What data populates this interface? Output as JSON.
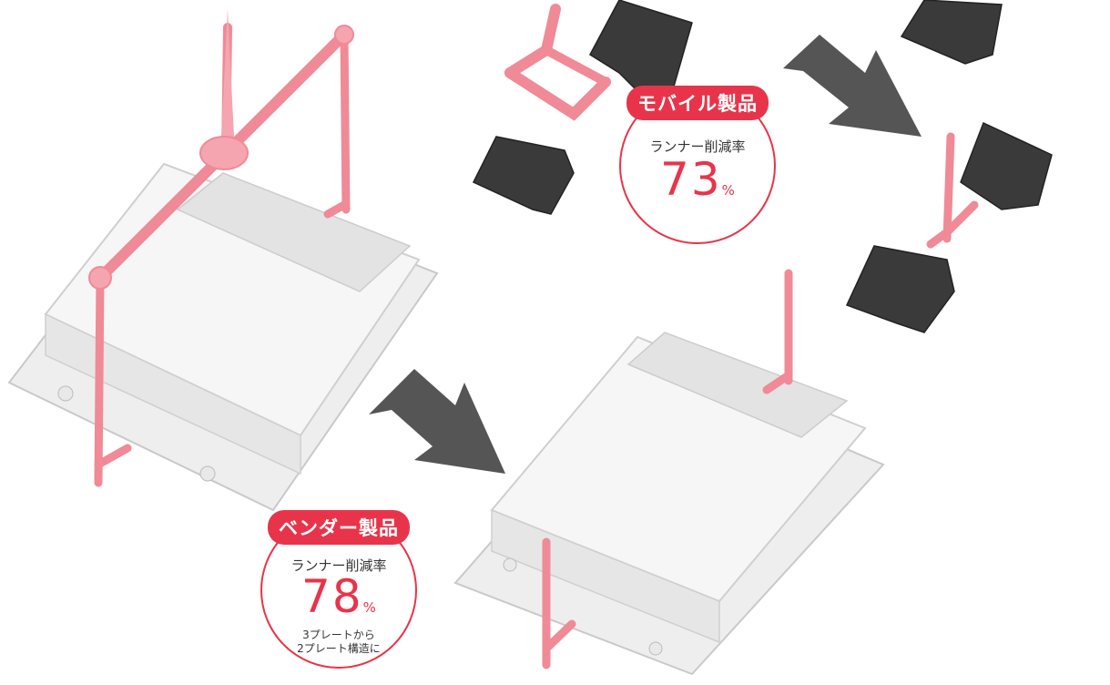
{
  "badges": {
    "mobile": {
      "title": "モバイル製品",
      "label": "ランナー削減率",
      "value": "73",
      "unit": "%"
    },
    "vendor": {
      "title": "ベンダー製品",
      "label": "ランナー削減率",
      "value": "78",
      "unit": "%",
      "note_line1": "3プレートから",
      "note_line2": "2プレート構造に"
    }
  },
  "colors": {
    "accent": "#e8344a",
    "runner": "#f08a96",
    "arrow": "#555555",
    "part_dark": "#3a3a3a",
    "tray": "#f1f1f1"
  }
}
